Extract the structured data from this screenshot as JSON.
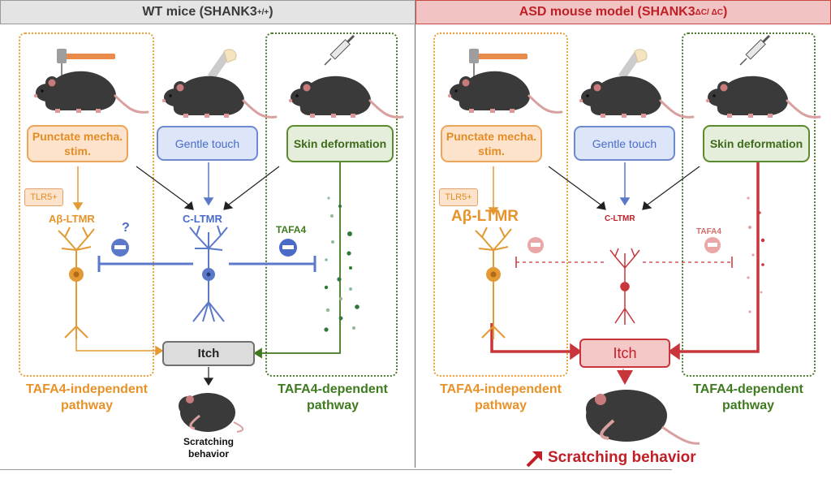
{
  "header": {
    "left_title": "WT mice (SHANK3",
    "left_sup": "+/+",
    "left_close": ")",
    "right_title": "ASD mouse model (SHANK3",
    "right_sup": "ΔC/ ΔC",
    "right_close": ")"
  },
  "left": {
    "stim_punctate": "Punctate mecha. stim.",
    "stim_gentle": "Gentle touch",
    "stim_skin": "Skin deformation",
    "tlr": "TLR5+",
    "abeta": "Aβ-LTMR",
    "cltmr": "C-LTMR",
    "tafa4": "TAFA4",
    "question": "?",
    "itch": "Itch",
    "indep_line1": "TAFA4-independent",
    "indep_line2": "pathway",
    "dep_line1": "TAFA4-dependent",
    "dep_line2": "pathway",
    "behavior_line1": "Scratching",
    "behavior_line2": "behavior"
  },
  "right": {
    "stim_punctate": "Punctate mecha. stim.",
    "stim_gentle": "Gentle touch",
    "stim_skin": "Skin deformation",
    "tlr": "TLR5+",
    "abeta": "Aβ-LTMR",
    "cltmr": "C-LTMR",
    "tafa4": "TAFA4",
    "itch": "Itch",
    "indep_line1": "TAFA4-independent",
    "indep_line2": "pathway",
    "dep_line1": "TAFA4-dependent",
    "dep_line2": "pathway",
    "behavior": "Scratching behavior"
  },
  "colors": {
    "orange": "#e8922a",
    "blue": "#5b78c9",
    "green": "#3f7a1f",
    "red": "#c01f26",
    "gray": "#707070"
  }
}
